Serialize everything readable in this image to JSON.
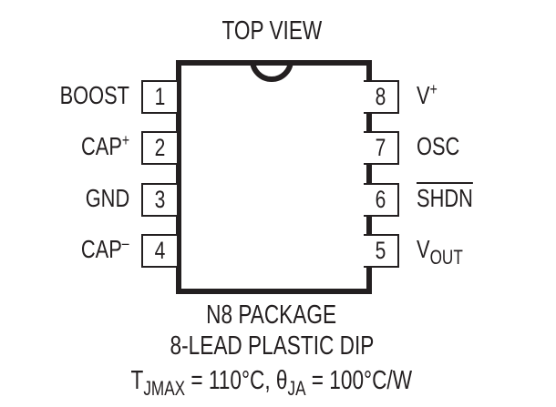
{
  "diagram": {
    "title": "TOP VIEW",
    "package": {
      "name": "N8 PACKAGE",
      "description": "8-LEAD PLASTIC DIP",
      "orientation_notch": "semicircle-top-center"
    },
    "pins_left": [
      {
        "number": "1",
        "label": "BOOST",
        "suffix": "",
        "suffix_type": "none"
      },
      {
        "number": "2",
        "label": "CAP",
        "suffix": "+",
        "suffix_type": "superscript"
      },
      {
        "number": "3",
        "label": "GND",
        "suffix": "",
        "suffix_type": "none"
      },
      {
        "number": "4",
        "label": "CAP",
        "suffix": "–",
        "suffix_type": "superscript"
      }
    ],
    "pins_right": [
      {
        "number": "8",
        "label": "V",
        "suffix": "+",
        "suffix_type": "superscript"
      },
      {
        "number": "7",
        "label": "OSC",
        "suffix": "",
        "suffix_type": "none"
      },
      {
        "number": "6",
        "label": "SHDN",
        "suffix": "",
        "suffix_type": "overline"
      },
      {
        "number": "5",
        "label": "V",
        "suffix": "OUT",
        "suffix_type": "subscript"
      }
    ],
    "thermal": {
      "tj_symbol": "T",
      "tj_sub": "JMAX",
      "tj_value": " = 110°C, ",
      "theta_symbol": "θ",
      "theta_sub": "JA",
      "theta_value": " = 100°C/W"
    },
    "colors": {
      "ink": "#231f20",
      "background": "#ffffff"
    }
  }
}
